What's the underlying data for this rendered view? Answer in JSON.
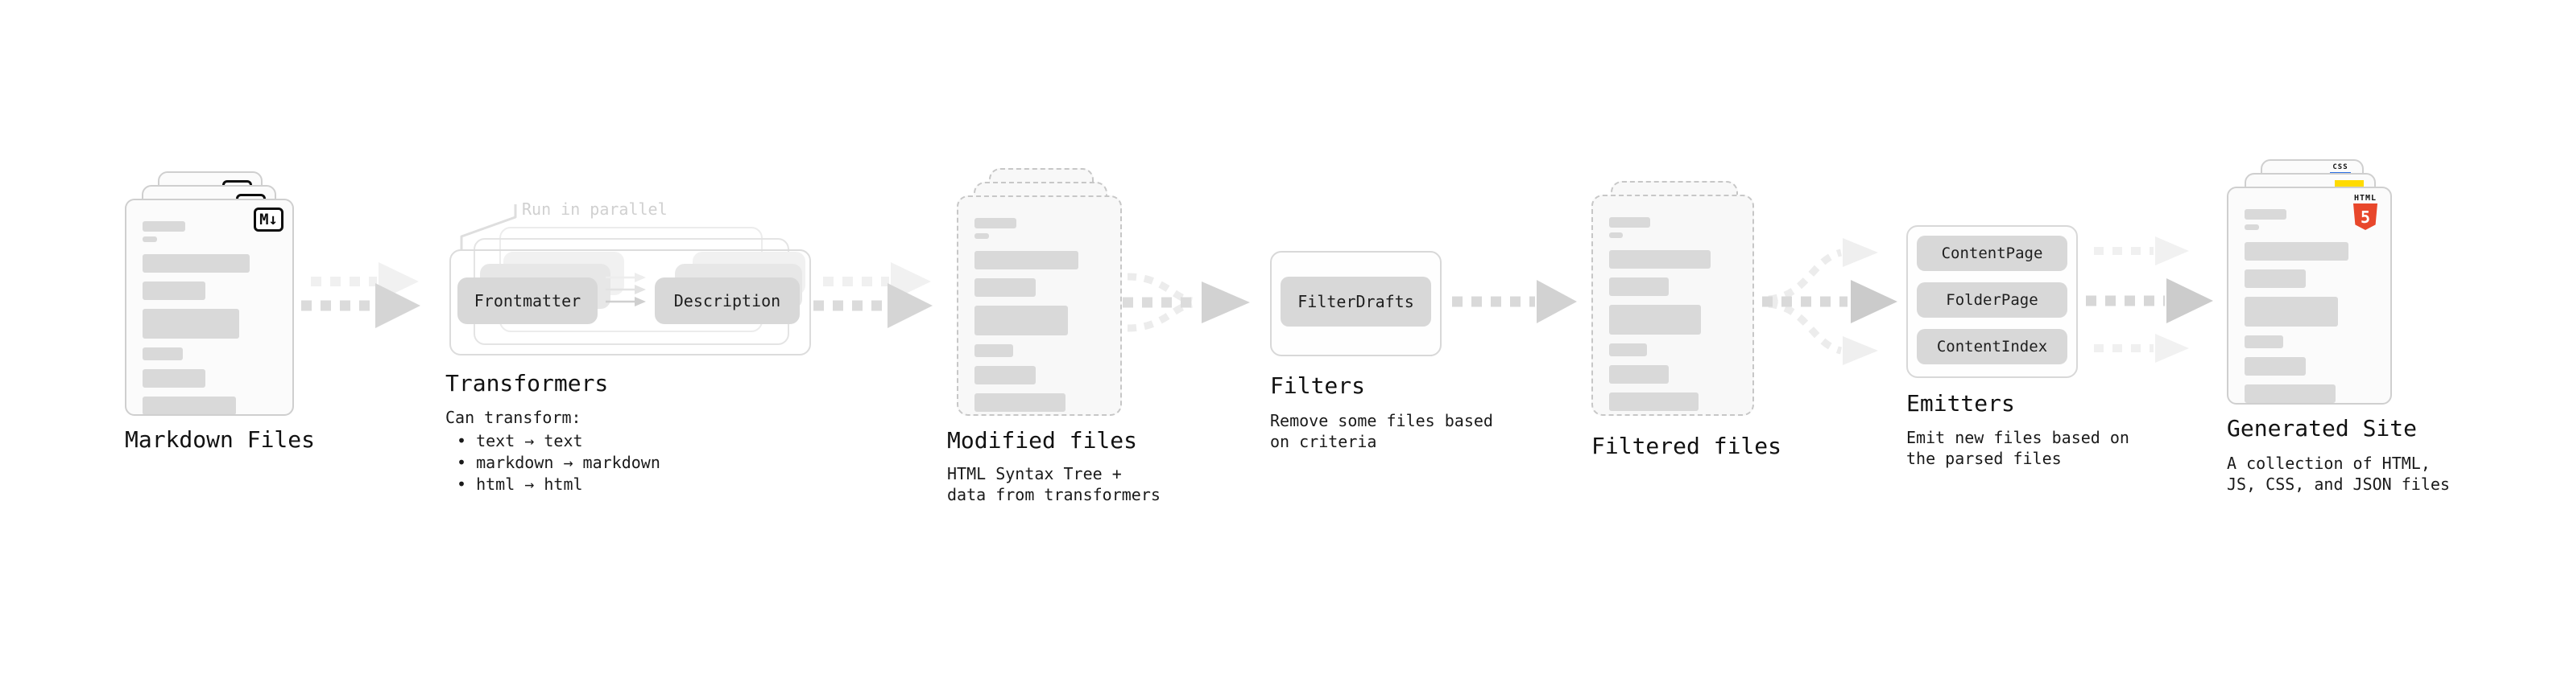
{
  "stages": {
    "markdown": {
      "label": "Markdown Files",
      "badge": "M↓"
    },
    "transformers": {
      "label": "Transformers",
      "note": "Run in parallel",
      "source": "Frontmatter",
      "target": "Description",
      "desc_title": "Can transform:",
      "bullets": [
        "• text → text",
        "• markdown → markdown",
        "• html → html"
      ]
    },
    "modified": {
      "label": "Modified files",
      "desc": "HTML Syntax Tree +\ndata from transformers"
    },
    "filters": {
      "label": "Filters",
      "filter_name": "FilterDrafts",
      "desc": "Remove some files based\non criteria"
    },
    "filtered": {
      "label": "Filtered files"
    },
    "emitters": {
      "label": "Emitters",
      "emitter_names": [
        "ContentPage",
        "FolderPage",
        "ContentIndex"
      ],
      "desc": "Emit new files based on\nthe parsed files"
    },
    "generated": {
      "label": "Generated Site",
      "desc": "A collection of HTML,\nJS, CSS, and JSON files",
      "badge_html": "HTML",
      "badge_html_number": "5",
      "badge_css": "CSS"
    }
  },
  "colors": {
    "html5_orange": "#e8472b",
    "js_yellow": "#ffdb00",
    "css_blue": "#2b6fe3",
    "card_border": "#cfcfcf",
    "bar_gray": "#d9d9d9",
    "arrow_gray": "#d5d5d5",
    "arrow_faint": "#f0f0f0",
    "note_gray": "#d0d0d0",
    "text": "#141414"
  }
}
